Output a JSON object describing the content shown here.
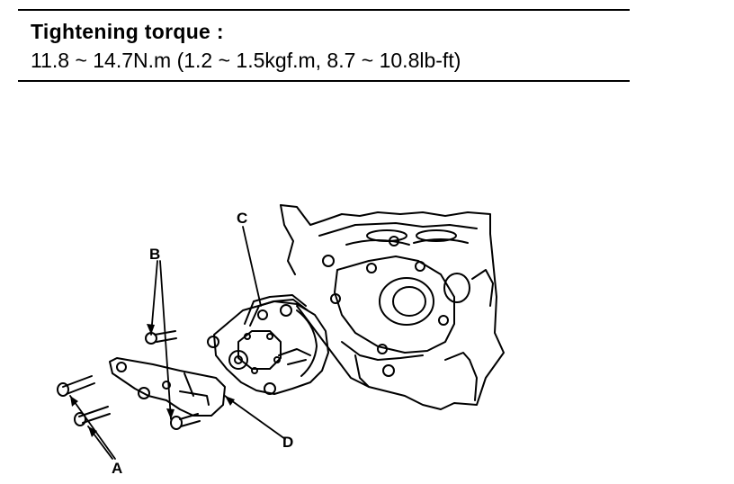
{
  "spec": {
    "title": "Tightening torque :",
    "value": "11.8 ~ 14.7N.m (1.2 ~ 1.5kgf.m, 8.7 ~ 10.8lb-ft)"
  },
  "callouts": {
    "a": "A",
    "b": "B",
    "c": "C",
    "d": "D"
  }
}
